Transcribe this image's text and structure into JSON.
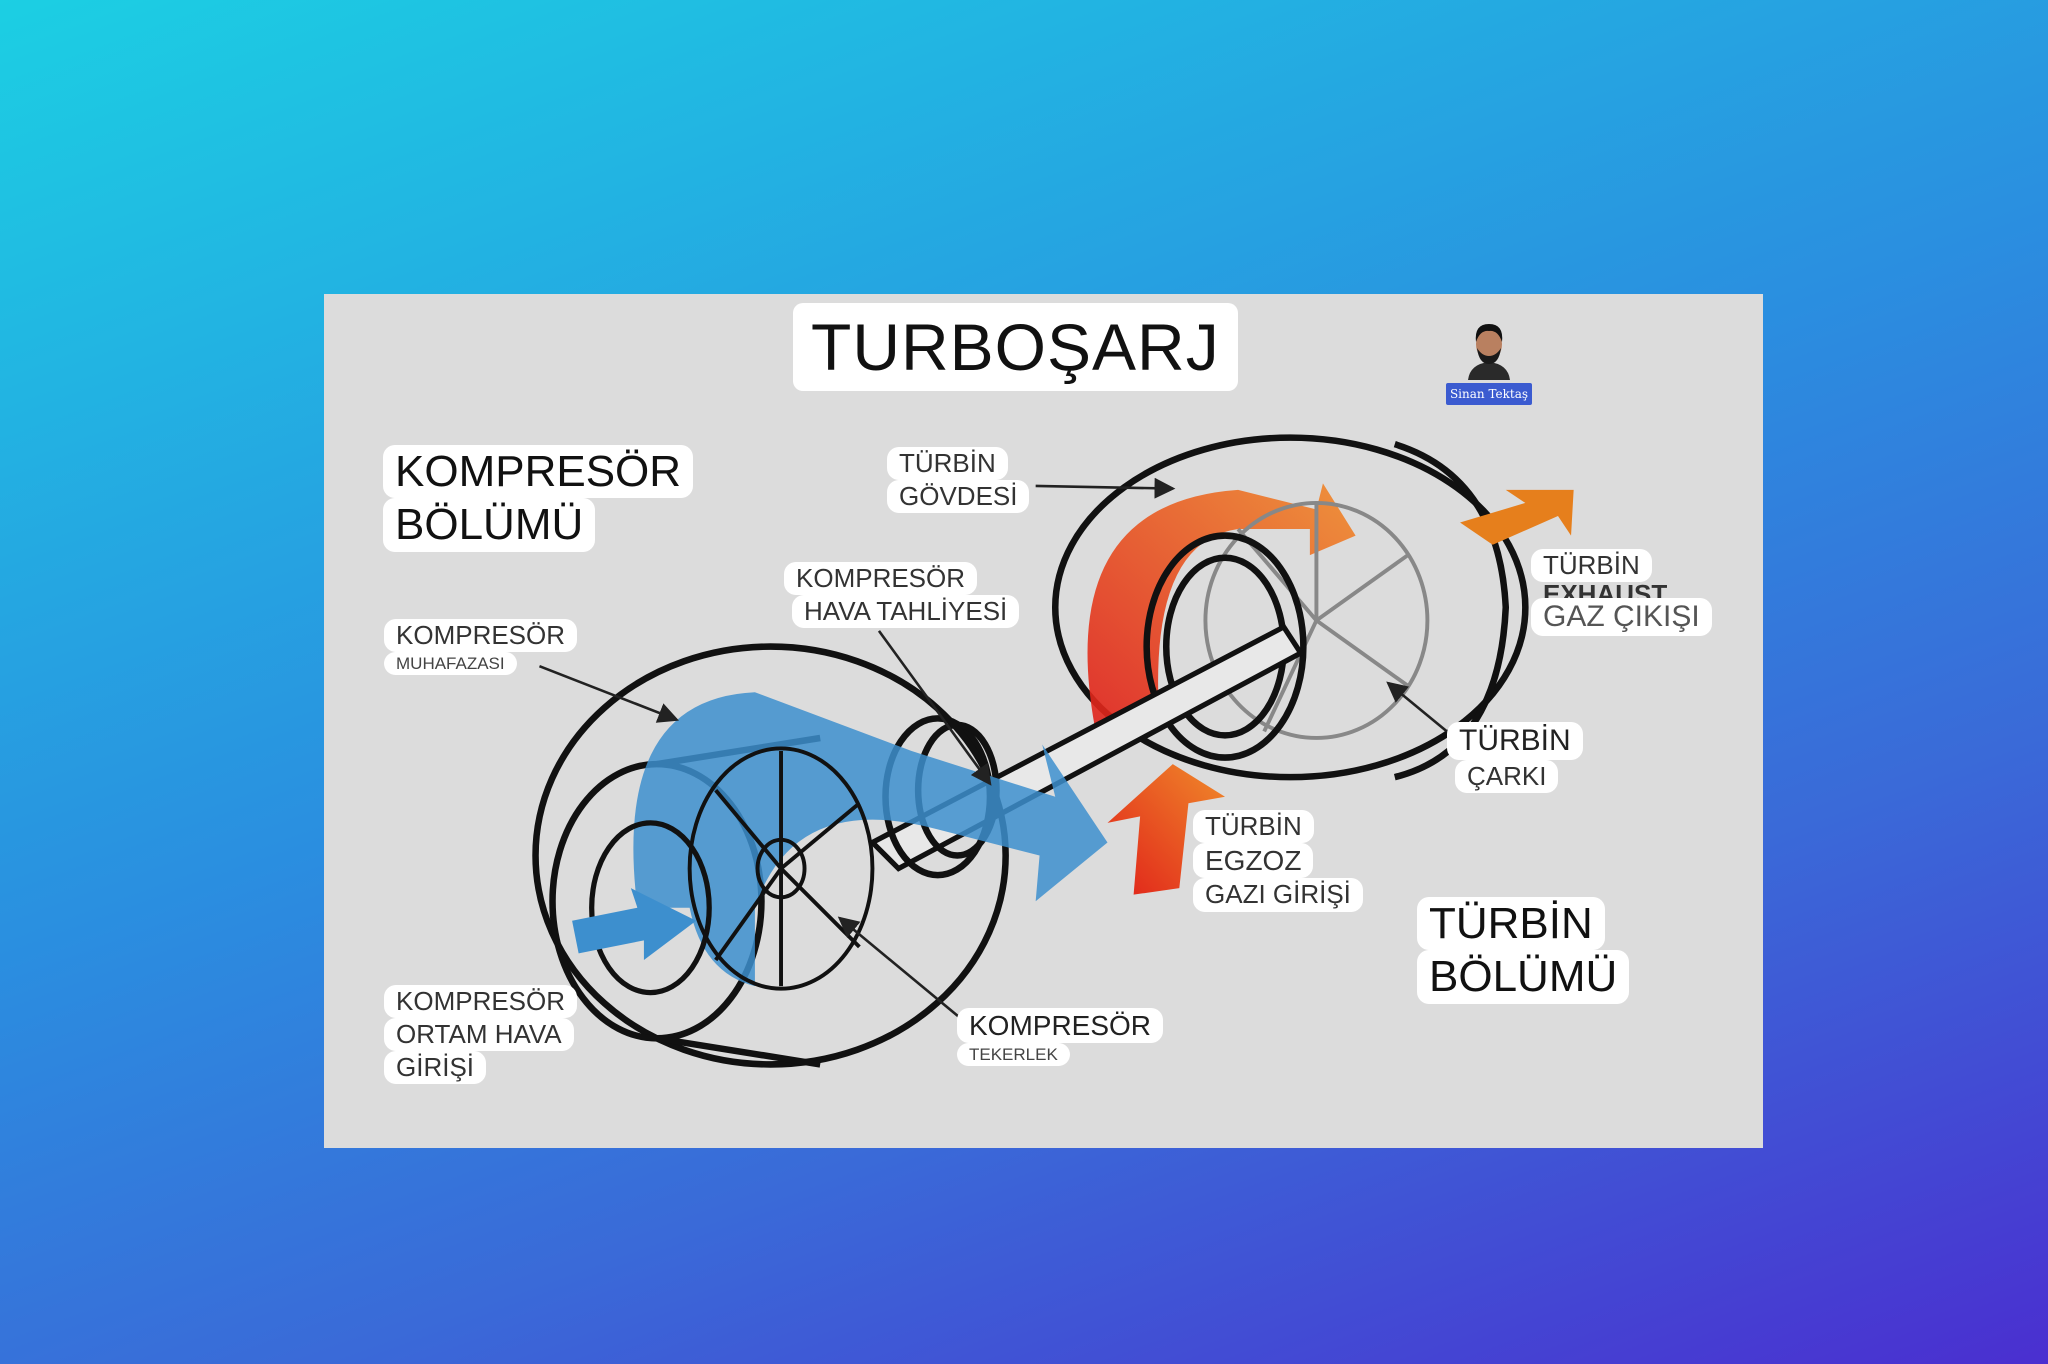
{
  "title": "TURBOŞARJ",
  "watermark": {
    "name": "Sinan Tektaş"
  },
  "labels": {
    "compressor_section": [
      "KOMPRESÖR",
      "BÖLÜMÜ"
    ],
    "turbine_housing": [
      "TÜRBİN",
      "GÖVDESİ"
    ],
    "compressor_discharge": [
      "KOMPRESÖR",
      "HAVA TAHLİYESİ"
    ],
    "compressor_housing": [
      "KOMPRESÖR",
      "MUHAFAZASI"
    ],
    "turbine_exhaust": [
      "TÜRBİN",
      "EXHAUST",
      "GAZ ÇIKIŞI"
    ],
    "turbine_wheel": [
      "TÜRBİN",
      "ÇARKI"
    ],
    "turbine_inlet": [
      "TÜRBİN",
      "EGZOZ",
      "GAZI GİRİŞİ"
    ],
    "turbine_section": [
      "TÜRBİN",
      "BÖLÜMÜ"
    ],
    "compressor_inlet": [
      "KOMPRESÖR",
      "ORTAM HAVA",
      "GİRİŞİ"
    ],
    "compressor_wheel": [
      "KOMPRESÖR",
      "TEKERLEK"
    ]
  },
  "colors": {
    "air_flow": "#3d8fce",
    "exhaust_hot": "#e0401e",
    "exhaust_out": "#e67f1c"
  }
}
